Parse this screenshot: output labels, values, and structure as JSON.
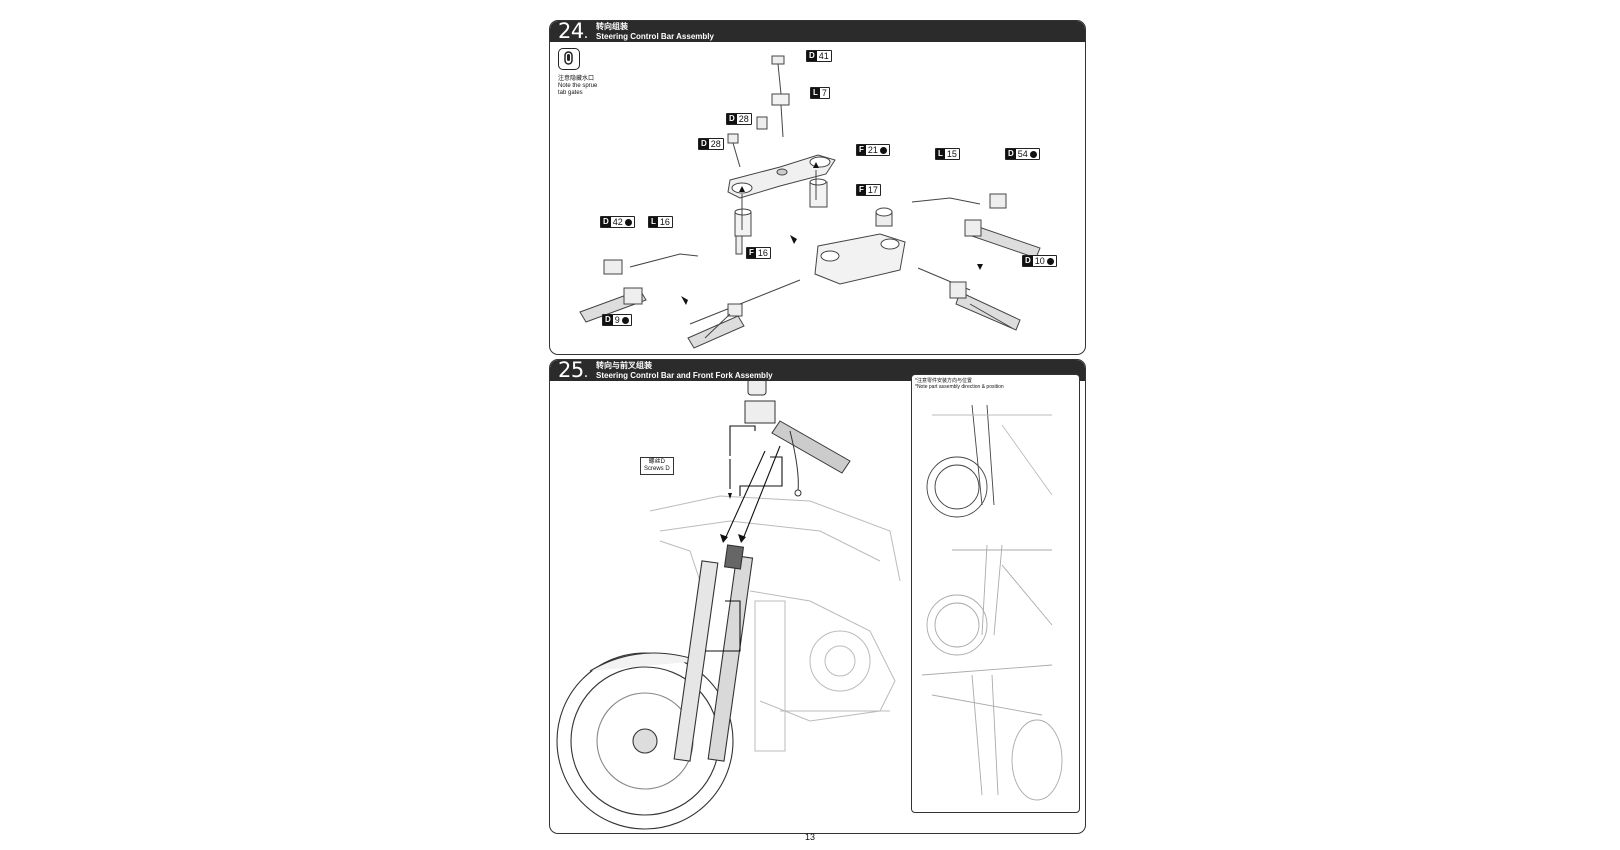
{
  "page_number": "13",
  "step24": {
    "number": "24",
    "dot": ".",
    "title_cn": "转向组装",
    "title_en": "Steering Control Bar Assembly",
    "sprue_note_cn": "注意隐藏水口",
    "sprue_note_en1": "Note the sprue",
    "sprue_note_en2": "tab gates",
    "parts": [
      {
        "letter": "D",
        "num": "41",
        "icon": false
      },
      {
        "letter": "L",
        "num": "7",
        "icon": false
      },
      {
        "letter": "D",
        "num": "28",
        "icon": false
      },
      {
        "letter": "D",
        "num": "28",
        "icon": false
      },
      {
        "letter": "F",
        "num": "21",
        "icon": true
      },
      {
        "letter": "F",
        "num": "17",
        "icon": false
      },
      {
        "letter": "F",
        "num": "16",
        "icon": false
      },
      {
        "letter": "D",
        "num": "42",
        "icon": true
      },
      {
        "letter": "L",
        "num": "16",
        "icon": false
      },
      {
        "letter": "D",
        "num": "9",
        "icon": true
      },
      {
        "letter": "L",
        "num": "15",
        "icon": false
      },
      {
        "letter": "D",
        "num": "54",
        "icon": true
      },
      {
        "letter": "D",
        "num": "10",
        "icon": true
      }
    ]
  },
  "step25": {
    "number": "25",
    "dot": ".",
    "title_cn": "转向与前叉组装",
    "title_en": "Steering Control Bar and Front Fork Assembly",
    "screw_cn": "螺丝D",
    "screw_en": "Screws D",
    "inset_note_cn": "*注意零件安装方向与位置",
    "inset_note_en": "*Note part assembly direction & position"
  },
  "colors": {
    "header": "#2b2b2b",
    "line": "#333333",
    "light_line": "#b5b5b5"
  }
}
